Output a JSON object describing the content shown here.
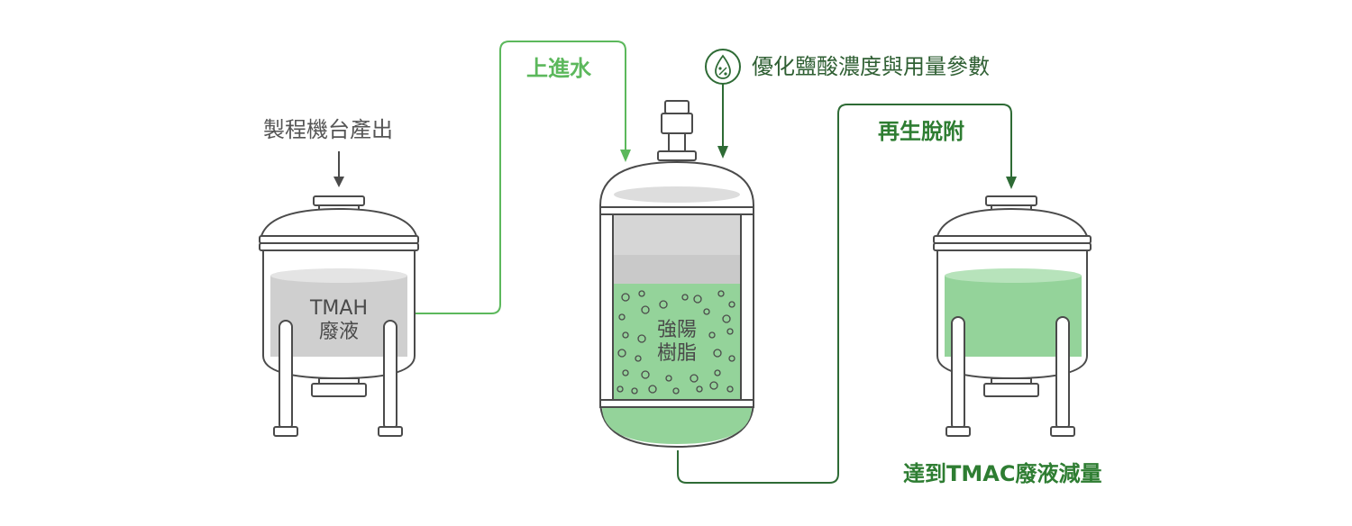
{
  "labels": {
    "source": "製程機台產出",
    "water_inlet": "上進水",
    "optimize": "優化鹽酸濃度與用量參數",
    "regeneration": "再生脫附",
    "result": "達到TMAC廢液減量"
  },
  "tanks": {
    "waste": {
      "line1": "TMAH",
      "line2": "廢液"
    },
    "resin": {
      "line1": "強陽",
      "line2": "樹脂"
    }
  },
  "icons": {
    "optimize": "percent-drop-icon"
  },
  "colors": {
    "outline": "#4b4b4b",
    "gray_liquid": "#cfcfcf",
    "green_line": "#5cb85c",
    "dark_green_line": "#2e6b35",
    "green_liquid": "#94d39a"
  }
}
